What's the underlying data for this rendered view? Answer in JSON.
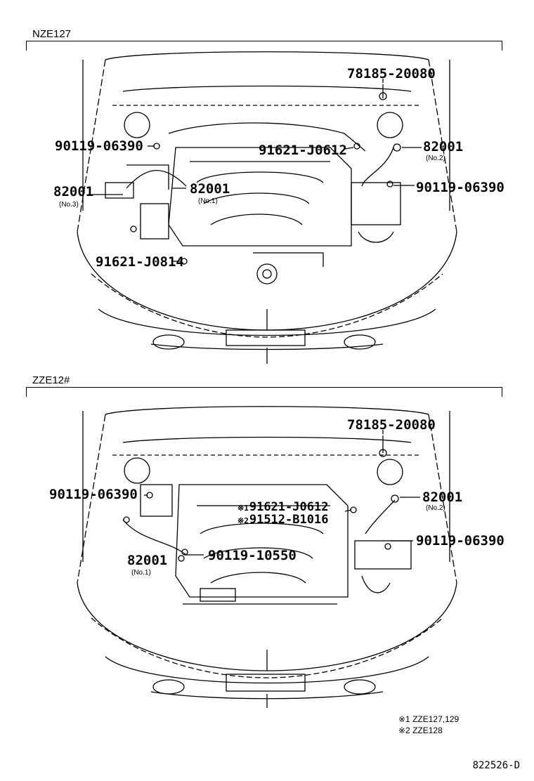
{
  "sections": [
    {
      "title": "NZE127",
      "labels": {
        "p78185": "78185-20080",
        "p90119a": "90119-06390",
        "p91621top": "91621-J0612",
        "p82001no2": "82001",
        "no2": "(No.2)",
        "p82001no3": "82001",
        "no3": "(No.3)",
        "p82001no1": "82001",
        "no1": "(No.1)",
        "p90119b": "90119-06390",
        "p91621bottom": "91621-J0814"
      }
    },
    {
      "title": "ZZE12#",
      "labels": {
        "p78185": "78185-20080",
        "p90119a": "90119-06390",
        "m1": "※1",
        "p91621": "91621-J0612",
        "m2": "※2",
        "p91512": "91512-B1016",
        "p82001no2": "82001",
        "no2": "(No.2)",
        "p90119b": "90119-06390",
        "p90119c": "90119-10550",
        "p82001no1": "82001",
        "no1": "(No.1)"
      }
    }
  ],
  "notes": [
    {
      "mark": "※1",
      "text": "ZZE127,129"
    },
    {
      "mark": "※2",
      "text": "ZZE128"
    }
  ],
  "drawing_code": "822526-D"
}
